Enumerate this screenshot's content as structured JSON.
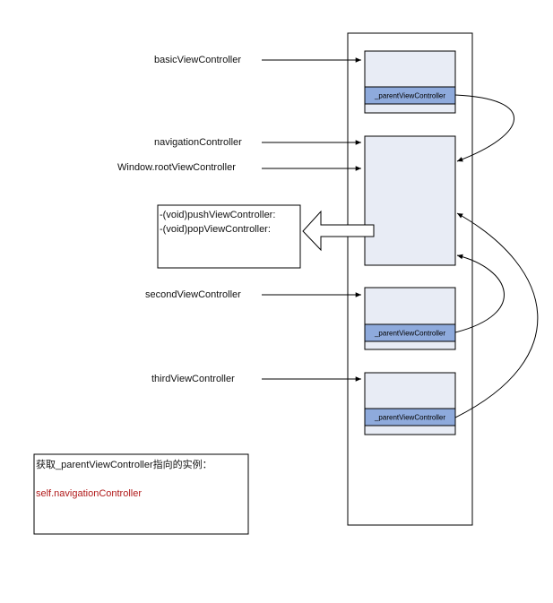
{
  "labels": {
    "basic": "basicViewController",
    "navigation": "navigationController",
    "window_root": "Window.rootViewController",
    "second": "secondViewController",
    "third": "thirdViewController"
  },
  "parent_field": "_parentViewController",
  "methods_box": {
    "line1": "-(void)pushViewController:",
    "line2": "-(void)popViewController:"
  },
  "note_box": {
    "title": "获取_parentViewController指向的实例：",
    "code": "self.navigationController"
  },
  "colors": {
    "box_fill": "#e8ecf5",
    "field_fill": "#8eaadc",
    "note_code": "#b11a1a",
    "stroke": "#000000"
  }
}
